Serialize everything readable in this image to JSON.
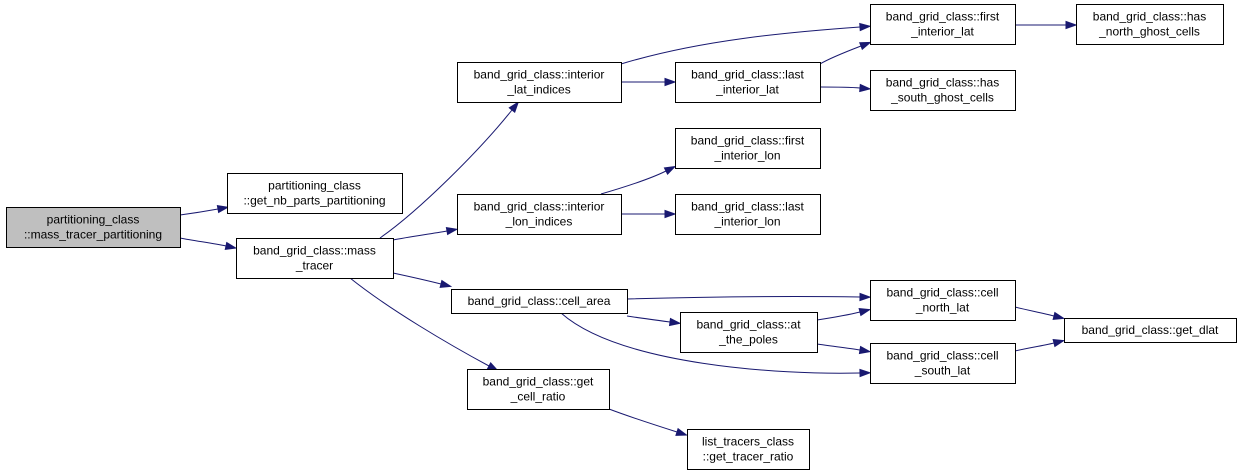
{
  "colors": {
    "edge": "#191970",
    "node_border": "#000000",
    "node_fill": "#ffffff",
    "root_fill": "#bfbfbf"
  },
  "nodes": {
    "mass_tracer_partitioning": [
      "partitioning_class",
      "::mass_tracer_partitioning"
    ],
    "get_nb_parts_partitioning": [
      "partitioning_class",
      "::get_nb_parts_partitioning"
    ],
    "mass_tracer": [
      "band_grid_class::mass",
      "_tracer"
    ],
    "interior_lat_indices": [
      "band_grid_class::interior",
      "_lat_indices"
    ],
    "interior_lon_indices": [
      "band_grid_class::interior",
      "_lon_indices"
    ],
    "cell_area": [
      "band_grid_class::cell_area"
    ],
    "get_cell_ratio": [
      "band_grid_class::get",
      "_cell_ratio"
    ],
    "first_interior_lat": [
      "band_grid_class::first",
      "_interior_lat"
    ],
    "last_interior_lat": [
      "band_grid_class::last",
      "_interior_lat"
    ],
    "has_north_ghost_cells": [
      "band_grid_class::has",
      "_north_ghost_cells"
    ],
    "has_south_ghost_cells": [
      "band_grid_class::has",
      "_south_ghost_cells"
    ],
    "first_interior_lon": [
      "band_grid_class::first",
      "_interior_lon"
    ],
    "last_interior_lon": [
      "band_grid_class::last",
      "_interior_lon"
    ],
    "at_the_poles": [
      "band_grid_class::at",
      "_the_poles"
    ],
    "cell_north_lat": [
      "band_grid_class::cell",
      "_north_lat"
    ],
    "cell_south_lat": [
      "band_grid_class::cell",
      "_south_lat"
    ],
    "get_dlat": [
      "band_grid_class::get_dlat"
    ],
    "get_tracer_ratio": [
      "list_tracers_class",
      "::get_tracer_ratio"
    ]
  },
  "edges": [
    [
      "mass_tracer_partitioning",
      "get_nb_parts_partitioning"
    ],
    [
      "mass_tracer_partitioning",
      "mass_tracer"
    ],
    [
      "mass_tracer",
      "interior_lat_indices"
    ],
    [
      "mass_tracer",
      "interior_lon_indices"
    ],
    [
      "mass_tracer",
      "cell_area"
    ],
    [
      "mass_tracer",
      "get_cell_ratio"
    ],
    [
      "interior_lat_indices",
      "first_interior_lat"
    ],
    [
      "interior_lat_indices",
      "last_interior_lat"
    ],
    [
      "last_interior_lat",
      "first_interior_lat"
    ],
    [
      "last_interior_lat",
      "has_south_ghost_cells"
    ],
    [
      "first_interior_lat",
      "has_north_ghost_cells"
    ],
    [
      "interior_lon_indices",
      "first_interior_lon"
    ],
    [
      "interior_lon_indices",
      "last_interior_lon"
    ],
    [
      "cell_area",
      "cell_north_lat"
    ],
    [
      "cell_area",
      "at_the_poles"
    ],
    [
      "cell_area",
      "cell_south_lat"
    ],
    [
      "at_the_poles",
      "cell_north_lat"
    ],
    [
      "at_the_poles",
      "cell_south_lat"
    ],
    [
      "cell_north_lat",
      "get_dlat"
    ],
    [
      "cell_south_lat",
      "get_dlat"
    ],
    [
      "get_cell_ratio",
      "get_tracer_ratio"
    ]
  ]
}
